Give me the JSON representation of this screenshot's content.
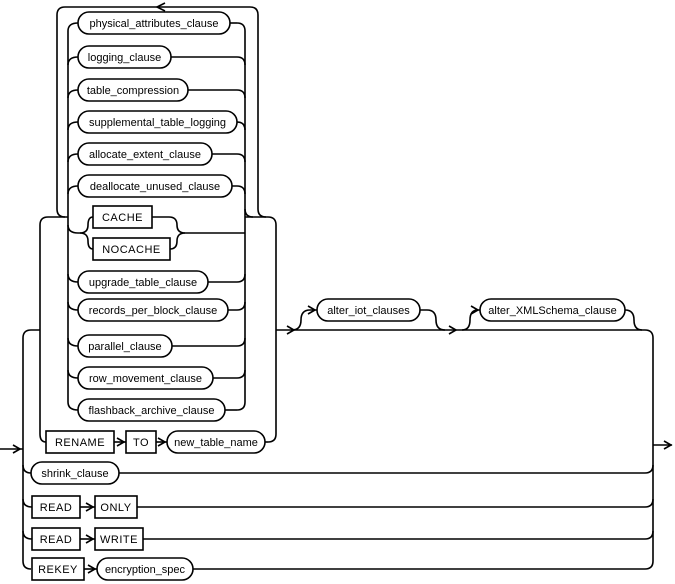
{
  "diagram_type": "railroad-syntax-diagram",
  "colors": {
    "line": "#000000",
    "background": "#ffffff",
    "text": "#000000"
  },
  "nodes": {
    "physical_attributes_clause": "physical_attributes_clause",
    "logging_clause": "logging_clause",
    "table_compression": "table_compression",
    "supplemental_table_logging": "supplemental_table_logging",
    "allocate_extent_clause": "allocate_extent_clause",
    "deallocate_unused_clause": "deallocate_unused_clause",
    "cache_keyword": "CACHE",
    "nocache_keyword": "NOCACHE",
    "upgrade_table_clause": "upgrade_table_clause",
    "records_per_block_clause": "records_per_block_clause",
    "parallel_clause": "parallel_clause",
    "row_movement_clause": "row_movement_clause",
    "flashback_archive_clause": "flashback_archive_clause",
    "rename_keyword": "RENAME",
    "to_keyword": "TO",
    "new_table_name": "new_table_name",
    "alter_iot_clauses": "alter_iot_clauses",
    "alter_xmlschema_clause": "alter_XMLSchema_clause",
    "shrink_clause": "shrink_clause",
    "read_keyword_1": "READ",
    "only_keyword": "ONLY",
    "read_keyword_2": "READ",
    "write_keyword": "WRITE",
    "rekey_keyword": "REKEY",
    "encryption_spec": "encryption_spec"
  }
}
